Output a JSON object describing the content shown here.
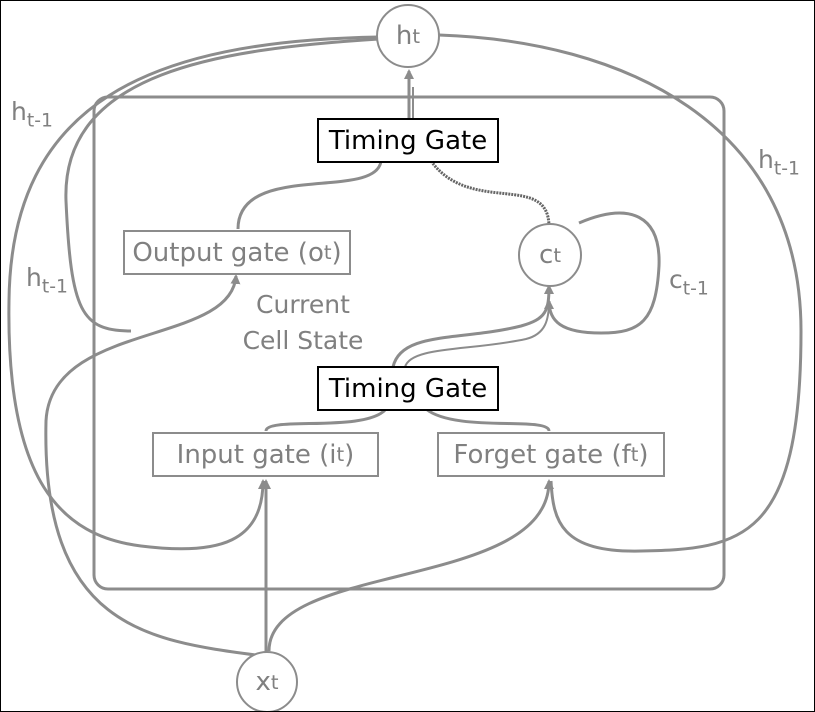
{
  "nodes": {
    "h_out": {
      "base": "h",
      "sub": "t"
    },
    "c_state": {
      "base": "c",
      "sub": "t"
    },
    "x_in": {
      "base": "x",
      "sub": "t"
    }
  },
  "gates": {
    "output": {
      "text": "Output gate (o",
      "sub": "t",
      "close": ")"
    },
    "input": {
      "text": "Input gate (i",
      "sub": "t",
      "close": ")"
    },
    "forget": {
      "text": "Forget gate (f",
      "sub": "t",
      "close": ")"
    }
  },
  "timing_gates": {
    "top": "Timing Gate",
    "bottom": "Timing Gate"
  },
  "current_cell_state": {
    "line1": "Current",
    "line2": "Cell State"
  },
  "edge_labels": {
    "h_prev_top_left": {
      "base": "h",
      "sub": "t-1"
    },
    "h_prev_mid_left": {
      "base": "h",
      "sub": "t-1"
    },
    "h_prev_right": {
      "base": "h",
      "sub": "t-1"
    },
    "c_prev": {
      "base": "c",
      "sub": "t-1"
    }
  },
  "colors": {
    "line": "#8c8c8c",
    "text": "#808080",
    "timing_border": "#000000"
  }
}
